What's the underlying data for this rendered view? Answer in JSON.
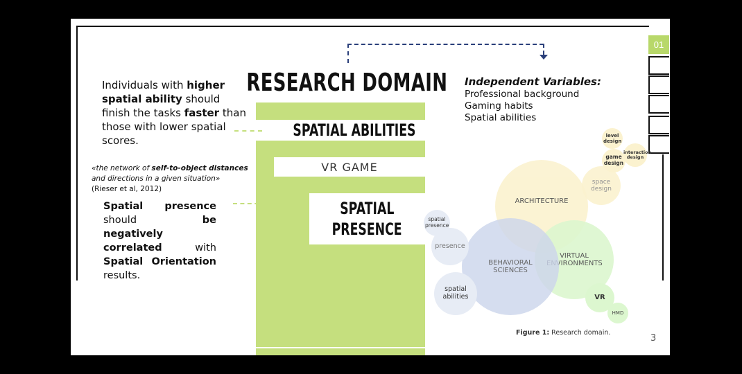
{
  "slide": {
    "title": "RESEARCH DOMAIN",
    "tab_active": "01",
    "page_number": "3",
    "boxes": {
      "spatial_abilities": "SPATIAL ABILITIES",
      "vr_game": "VR GAME",
      "spatial_presence_line1": "SPATIAL",
      "spatial_presence_line2": "PRESENCE"
    },
    "hypothesis1": {
      "p1": "Individuals with ",
      "b1": "higher spatial ability",
      "p2": " should finish the tasks ",
      "b2": "faster",
      "p3": " than those with lower spatial scores."
    },
    "quote": {
      "q1": "«the network of ",
      "qb": "self-to-object distances",
      "q2": " and directions in a given situation»",
      "cite": "(Rieser et al, 2012)"
    },
    "hypothesis2": {
      "b1": "Spatial presence",
      "p1": " should ",
      "b2": "be negatively correlated",
      "p2": " with ",
      "b3": "Spatial Orientation",
      "p3": " results."
    },
    "independent_variables": {
      "heading": "Independent Variables:",
      "items": [
        "Professional background",
        "Gaming habits",
        "Spatial abilities"
      ]
    },
    "venn": {
      "architecture": "ARCHITECTURE",
      "behavioral": "BEHAVIORAL SCIENCES",
      "virtual": "VIRTUAL ENVIRONMENTS",
      "space_design": "space design",
      "level_design": "level design",
      "game_design": "game design",
      "interaction_design": "interaction design",
      "spatial_presence": "spatial presence",
      "presence": "presence",
      "spatial_abilities": "spatial abilities",
      "vr": "VR",
      "hmd": "HMD"
    },
    "figure_caption": {
      "label": "Figure 1:",
      "text": " Research domain."
    },
    "colors": {
      "green": "#c5df7e",
      "architecture": "#fbf2cf",
      "behavioral": "#cdd6ec",
      "virtual": "#dcf7cf",
      "small": "#e7ecf5",
      "dash": "#2a3f7a"
    }
  }
}
